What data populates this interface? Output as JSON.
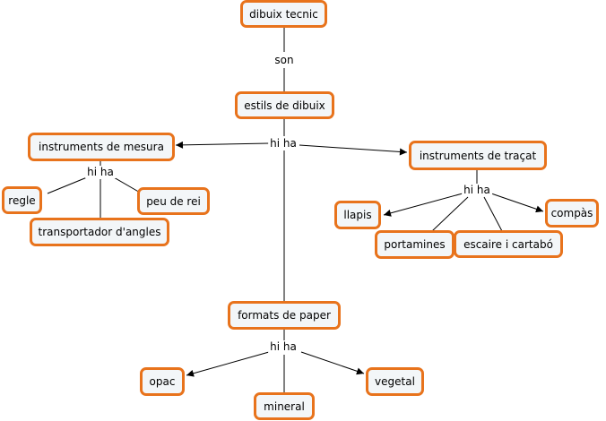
{
  "concepts": {
    "dibuix_tecnic": "dibuix tecnic",
    "estils_de_dibuix": "estils de dibuix",
    "instruments_de_mesura": "instruments de mesura",
    "instruments_de_tracat": "instruments de traçat",
    "regle": "regle",
    "peu_de_rei": "peu de rei",
    "transportador": "transportador d'angles",
    "llapis": "llapis",
    "compas": "compàs",
    "portamines": "portamines",
    "escaire": "escaire i cartabó",
    "formats_de_paper": "formats de paper",
    "opac": "opac",
    "vegetal": "vegetal",
    "mineral": "mineral"
  },
  "linking_phrases": {
    "son": "son",
    "hi_ha_main": "hi ha",
    "hi_ha_mesura": "hi ha",
    "hi_ha_tracat": "hi ha",
    "hi_ha_paper": "hi ha"
  },
  "colors": {
    "node_border": "#e8731c",
    "node_fill": "#f3f6f8",
    "line": "#000000"
  }
}
